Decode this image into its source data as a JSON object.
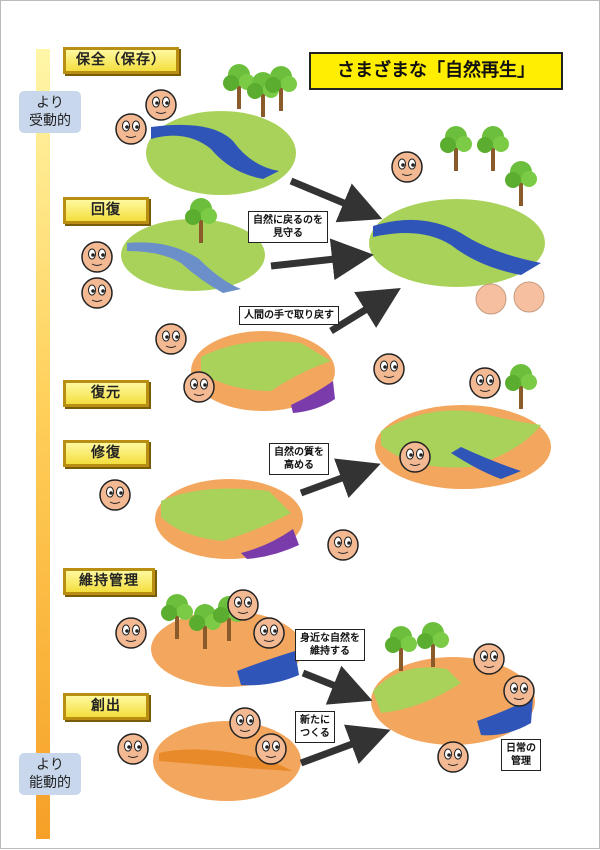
{
  "title": "さまざまな「自然再生」",
  "side_labels": {
    "top": [
      "より",
      "受動的"
    ],
    "bottom": [
      "より",
      "能動的"
    ]
  },
  "stages": [
    "保全（保存）",
    "回復",
    "復元",
    "修復",
    "維持管理",
    "創出"
  ],
  "notes": {
    "watch": [
      "自然に戻るのを",
      "見守る"
    ],
    "restore_by_hand": "人間の手で取り戻す",
    "improve_quality": [
      "自然の質を",
      "高める"
    ],
    "maintain": [
      "身近な自然を",
      "維持する"
    ],
    "create": [
      "新たに",
      "つくる"
    ],
    "daily": [
      "日常の",
      "管理"
    ]
  },
  "colors": {
    "grass": "#a9d25a",
    "water": "#2f55b8",
    "soil": "#f3a65d",
    "purple": "#7a3cab",
    "face": "#f3b993",
    "title_bg": "#ffee00"
  }
}
